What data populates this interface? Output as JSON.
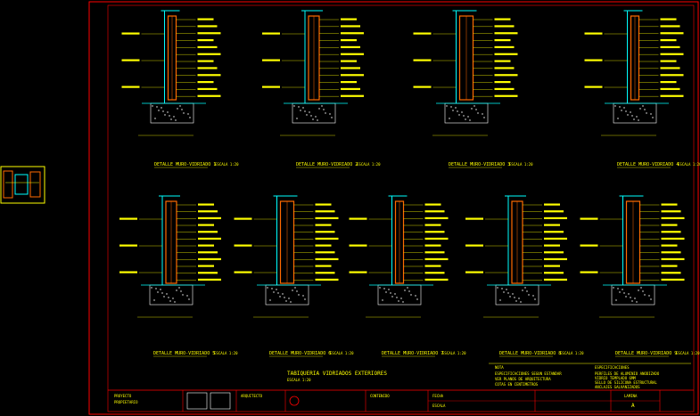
{
  "drawing": {
    "main_title": "TABIQUERIA VIDRIADOS EXTERIORES",
    "main_scale": "ESCALA 1:20",
    "colors": {
      "background": "#000000",
      "frame": "#ff0000",
      "annotation": "#ffff00",
      "wall": "#ff6a00",
      "section": "#00ffff",
      "hatch": "#ffffff"
    }
  },
  "thumbnail": {
    "name": "drawing-preview"
  },
  "details_top": [
    {
      "id": "d1",
      "title": "DETALLE MURO-VIDRIADO 1",
      "scale": "ESCALA 1:20"
    },
    {
      "id": "d2",
      "title": "DETALLE MURO-VIDRIADO 2",
      "scale": "ESCALA 1:20"
    },
    {
      "id": "d3",
      "title": "DETALLE MURO-VIDRIADO 3",
      "scale": "ESCALA 1:20"
    },
    {
      "id": "d4",
      "title": "DETALLE MURO-VIDRIADO 4",
      "scale": "ESCALA 1:20"
    }
  ],
  "details_bottom": [
    {
      "id": "d5",
      "title": "DETALLE MURO-VIDRIADO 5",
      "scale": "ESCALA 1:20"
    },
    {
      "id": "d6",
      "title": "DETALLE MURO-VIDRIADO 6",
      "scale": "ESCALA 1:20"
    },
    {
      "id": "d7",
      "title": "DETALLE MURO-VIDRIADO 7",
      "scale": "ESCALA 1:20"
    },
    {
      "id": "d8",
      "title": "DETALLE MURO-VIDRIADO 8",
      "scale": "ESCALA 1:20"
    },
    {
      "id": "d9",
      "title": "DETALLE MURO-VIDRIADO 9",
      "scale": "ESCALA 1:20"
    }
  ],
  "notes": {
    "heading": "NOTA",
    "lines": [
      "ESPECIFICACIONES SEGUN ESTANDAR",
      "VER PLANOS DE ARQUITECTURA",
      "COTAS EN CENTIMETROS"
    ],
    "right_heading": "ESPECIFICACIONES",
    "right_lines": [
      "PERFILES DE ALUMINIO ANODIZADO",
      "VIDRIO TEMPLADO 6MM",
      "SELLO DE SILICONA ESTRUCTURAL",
      "ANCLAJES GALVANIZADOS"
    ]
  },
  "title_block": {
    "project": "PROYECTO",
    "owner": "PROPIETARIO",
    "architect": "ARQUITECTO",
    "content": "CONTENIDO",
    "sheet": "LAMINA",
    "sheet_no": "A",
    "date": "FECHA",
    "scale": "ESCALA"
  }
}
